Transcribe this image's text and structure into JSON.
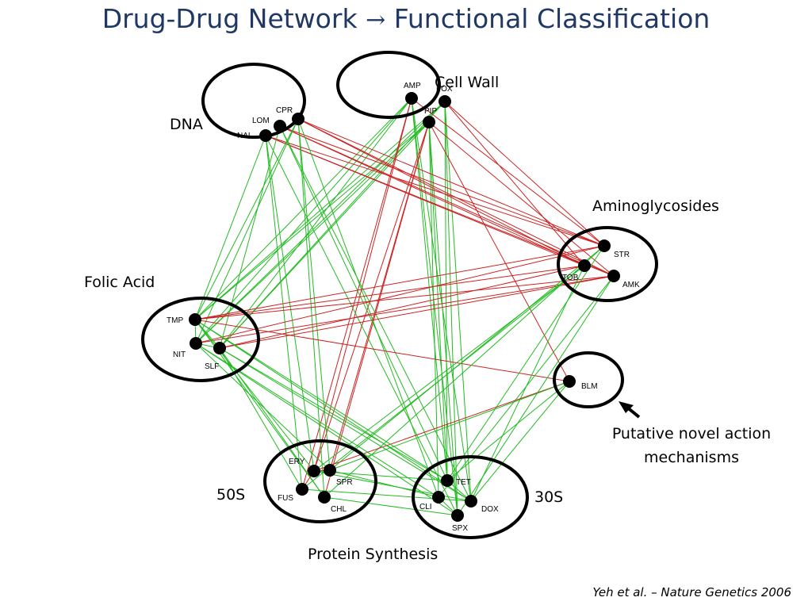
{
  "slide": {
    "title_left": "Drug-Drug Network",
    "title_arrow": "→",
    "title_right": "Functional Classification",
    "citation": "Yeh et al. – Nature Genetics 2006"
  },
  "groups": {
    "dna": "DNA",
    "cell_wall": "Cell Wall",
    "aminoglycosides": "Aminoglycosides",
    "folic_acid": "Folic Acid",
    "s50": "50S",
    "s30": "30S",
    "protein_synthesis": "Protein Synthesis"
  },
  "annotation": {
    "line1": "Putative novel action",
    "line2": "mechanisms"
  },
  "colors": {
    "title": "#1f3864",
    "synergy_edge": "#22bb22",
    "antagonism_edge": "#cc2222",
    "node": "#000000"
  },
  "nodes": [
    {
      "id": "CPR",
      "label": "CPR"
    },
    {
      "id": "LOM",
      "label": "LOM"
    },
    {
      "id": "NAL",
      "label": "NAL"
    },
    {
      "id": "AMP",
      "label": "AMP"
    },
    {
      "id": "FOX",
      "label": "FOX"
    },
    {
      "id": "PIP",
      "label": "PIP"
    },
    {
      "id": "STR",
      "label": "STR"
    },
    {
      "id": "TOB",
      "label": "TOB"
    },
    {
      "id": "AMK",
      "label": "AMK"
    },
    {
      "id": "TMP",
      "label": "TMP"
    },
    {
      "id": "NIT",
      "label": "NIT"
    },
    {
      "id": "SLF",
      "label": "SLF"
    },
    {
      "id": "BLM",
      "label": "BLM"
    },
    {
      "id": "ERY",
      "label": "ERY"
    },
    {
      "id": "SPR",
      "label": "SPR"
    },
    {
      "id": "FUS",
      "label": "FUS"
    },
    {
      "id": "CHL",
      "label": "CHL"
    },
    {
      "id": "TET",
      "label": "TET"
    },
    {
      "id": "CLI",
      "label": "CLI"
    },
    {
      "id": "DOX",
      "label": "DOX"
    },
    {
      "id": "SPX",
      "label": "SPX"
    }
  ],
  "edges": [
    {
      "a": "AMP",
      "b": "TMP",
      "type": "synergy"
    },
    {
      "a": "AMP",
      "b": "NIT",
      "type": "synergy"
    },
    {
      "a": "AMP",
      "b": "SLF",
      "type": "synergy"
    },
    {
      "a": "FOX",
      "b": "TMP",
      "type": "synergy"
    },
    {
      "a": "FOX",
      "b": "NIT",
      "type": "synergy"
    },
    {
      "a": "FOX",
      "b": "SLF",
      "type": "synergy"
    },
    {
      "a": "PIP",
      "b": "TMP",
      "type": "synergy"
    },
    {
      "a": "PIP",
      "b": "NIT",
      "type": "synergy"
    },
    {
      "a": "PIP",
      "b": "SLF",
      "type": "synergy"
    },
    {
      "a": "AMP",
      "b": "TET",
      "type": "synergy"
    },
    {
      "a": "AMP",
      "b": "DOX",
      "type": "synergy"
    },
    {
      "a": "AMP",
      "b": "SPX",
      "type": "synergy"
    },
    {
      "a": "FOX",
      "b": "TET",
      "type": "synergy"
    },
    {
      "a": "FOX",
      "b": "DOX",
      "type": "synergy"
    },
    {
      "a": "FOX",
      "b": "SPX",
      "type": "synergy"
    },
    {
      "a": "PIP",
      "b": "TET",
      "type": "synergy"
    },
    {
      "a": "PIP",
      "b": "CLI",
      "type": "synergy"
    },
    {
      "a": "PIP",
      "b": "SPX",
      "type": "synergy"
    },
    {
      "a": "AMP",
      "b": "ERY",
      "type": "antagonism"
    },
    {
      "a": "AMP",
      "b": "FUS",
      "type": "antagonism"
    },
    {
      "a": "PIP",
      "b": "ERY",
      "type": "antagonism"
    },
    {
      "a": "PIP",
      "b": "SPR",
      "type": "antagonism"
    },
    {
      "a": "PIP",
      "b": "CHL",
      "type": "antagonism"
    },
    {
      "a": "AMP",
      "b": "STR",
      "type": "antagonism"
    },
    {
      "a": "FOX",
      "b": "STR",
      "type": "antagonism"
    },
    {
      "a": "FOX",
      "b": "TOB",
      "type": "antagonism"
    },
    {
      "a": "PIP",
      "b": "AMK",
      "type": "antagonism"
    },
    {
      "a": "PIP",
      "b": "BLM",
      "type": "antagonism"
    },
    {
      "a": "CPR",
      "b": "STR",
      "type": "antagonism"
    },
    {
      "a": "CPR",
      "b": "TOB",
      "type": "antagonism"
    },
    {
      "a": "CPR",
      "b": "AMK",
      "type": "antagonism"
    },
    {
      "a": "LOM",
      "b": "STR",
      "type": "antagonism"
    },
    {
      "a": "LOM",
      "b": "TOB",
      "type": "antagonism"
    },
    {
      "a": "LOM",
      "b": "AMK",
      "type": "antagonism"
    },
    {
      "a": "NAL",
      "b": "STR",
      "type": "antagonism"
    },
    {
      "a": "NAL",
      "b": "TOB",
      "type": "antagonism"
    },
    {
      "a": "NAL",
      "b": "AMK",
      "type": "antagonism"
    },
    {
      "a": "CPR",
      "b": "TMP",
      "type": "synergy"
    },
    {
      "a": "CPR",
      "b": "NIT",
      "type": "synergy"
    },
    {
      "a": "LOM",
      "b": "SLF",
      "type": "synergy"
    },
    {
      "a": "NAL",
      "b": "TMP",
      "type": "synergy"
    },
    {
      "a": "NAL",
      "b": "FUS",
      "type": "synergy"
    },
    {
      "a": "NAL",
      "b": "ERY",
      "type": "synergy"
    },
    {
      "a": "CPR",
      "b": "SPR",
      "type": "synergy"
    },
    {
      "a": "LOM",
      "b": "TET",
      "type": "synergy"
    },
    {
      "a": "LOM",
      "b": "DOX",
      "type": "synergy"
    },
    {
      "a": "CPR",
      "b": "CLI",
      "type": "synergy"
    },
    {
      "a": "NAL",
      "b": "SPX",
      "type": "synergy"
    },
    {
      "a": "CPR",
      "b": "CHL",
      "type": "synergy"
    },
    {
      "a": "STR",
      "b": "TMP",
      "type": "antagonism"
    },
    {
      "a": "STR",
      "b": "NIT",
      "type": "antagonism"
    },
    {
      "a": "TOB",
      "b": "TMP",
      "type": "antagonism"
    },
    {
      "a": "TOB",
      "b": "SLF",
      "type": "antagonism"
    },
    {
      "a": "AMK",
      "b": "NIT",
      "type": "antagonism"
    },
    {
      "a": "AMK",
      "b": "SLF",
      "type": "antagonism"
    },
    {
      "a": "AMK",
      "b": "TMP",
      "type": "antagonism"
    },
    {
      "a": "TMP",
      "b": "BLM",
      "type": "antagonism"
    },
    {
      "a": "STR",
      "b": "SPR",
      "type": "synergy"
    },
    {
      "a": "STR",
      "b": "CHL",
      "type": "synergy"
    },
    {
      "a": "TOB",
      "b": "ERY",
      "type": "synergy"
    },
    {
      "a": "TOB",
      "b": "FUS",
      "type": "synergy"
    },
    {
      "a": "AMK",
      "b": "CLI",
      "type": "synergy"
    },
    {
      "a": "AMK",
      "b": "SPX",
      "type": "synergy"
    },
    {
      "a": "STR",
      "b": "TET",
      "type": "synergy"
    },
    {
      "a": "TOB",
      "b": "DOX",
      "type": "synergy"
    },
    {
      "a": "BLM",
      "b": "ERY",
      "type": "antagonism"
    },
    {
      "a": "BLM",
      "b": "TET",
      "type": "synergy"
    },
    {
      "a": "BLM",
      "b": "DOX",
      "type": "synergy"
    },
    {
      "a": "BLM",
      "b": "SPR",
      "type": "synergy"
    },
    {
      "a": "TMP",
      "b": "ERY",
      "type": "synergy"
    },
    {
      "a": "TMP",
      "b": "CHL",
      "type": "synergy"
    },
    {
      "a": "TMP",
      "b": "TET",
      "type": "synergy"
    },
    {
      "a": "TMP",
      "b": "DOX",
      "type": "synergy"
    },
    {
      "a": "NIT",
      "b": "SPR",
      "type": "synergy"
    },
    {
      "a": "NIT",
      "b": "CLI",
      "type": "synergy"
    },
    {
      "a": "NIT",
      "b": "SPX",
      "type": "synergy"
    },
    {
      "a": "SLF",
      "b": "FUS",
      "type": "synergy"
    },
    {
      "a": "SLF",
      "b": "TET",
      "type": "synergy"
    },
    {
      "a": "SLF",
      "b": "DOX",
      "type": "synergy"
    },
    {
      "a": "SLF",
      "b": "CHL",
      "type": "synergy"
    },
    {
      "a": "ERY",
      "b": "TET",
      "type": "synergy"
    },
    {
      "a": "SPR",
      "b": "CLI",
      "type": "synergy"
    },
    {
      "a": "FUS",
      "b": "DOX",
      "type": "synergy"
    },
    {
      "a": "CHL",
      "b": "SPX",
      "type": "synergy"
    },
    {
      "a": "ERY",
      "b": "DOX",
      "type": "synergy"
    },
    {
      "a": "TMP",
      "b": "NIT",
      "type": "synergy"
    },
    {
      "a": "TMP",
      "b": "SLF",
      "type": "synergy"
    },
    {
      "a": "NIT",
      "b": "SLF",
      "type": "synergy"
    },
    {
      "a": "TET",
      "b": "DOX",
      "type": "synergy"
    },
    {
      "a": "CLI",
      "b": "SPX",
      "type": "synergy"
    },
    {
      "a": "ERY",
      "b": "SPR",
      "type": "antagonism"
    },
    {
      "a": "ERY",
      "b": "FUS",
      "type": "antagonism"
    }
  ]
}
